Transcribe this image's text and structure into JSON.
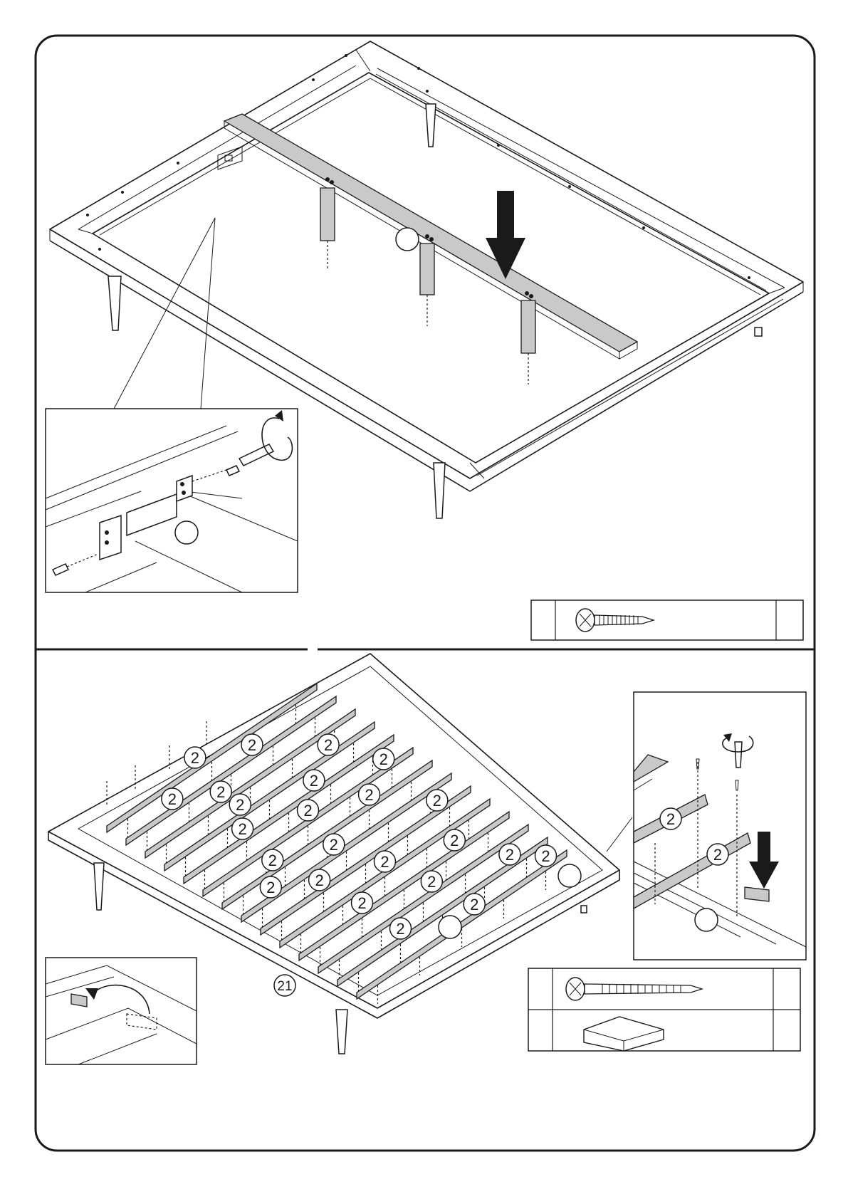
{
  "sheet": {
    "step_a": {
      "zoom_circle_label": "",
      "callout_circle_label": "",
      "hardware_box": {
        "item_icon": "tapping-screw-icon",
        "qty_label": "",
        "code_label": ""
      }
    },
    "step_b": {
      "slat_part_number": "2",
      "frame_part_number": "21",
      "callout_slat_labels": [
        "2",
        "2"
      ],
      "hardware_box": {
        "rows": [
          {
            "item_icon": "long-screw-icon",
            "qty_label": "",
            "code_label": ""
          },
          {
            "item_icon": "wood-block-icon",
            "qty_label": "",
            "code_label": ""
          }
        ]
      }
    }
  }
}
